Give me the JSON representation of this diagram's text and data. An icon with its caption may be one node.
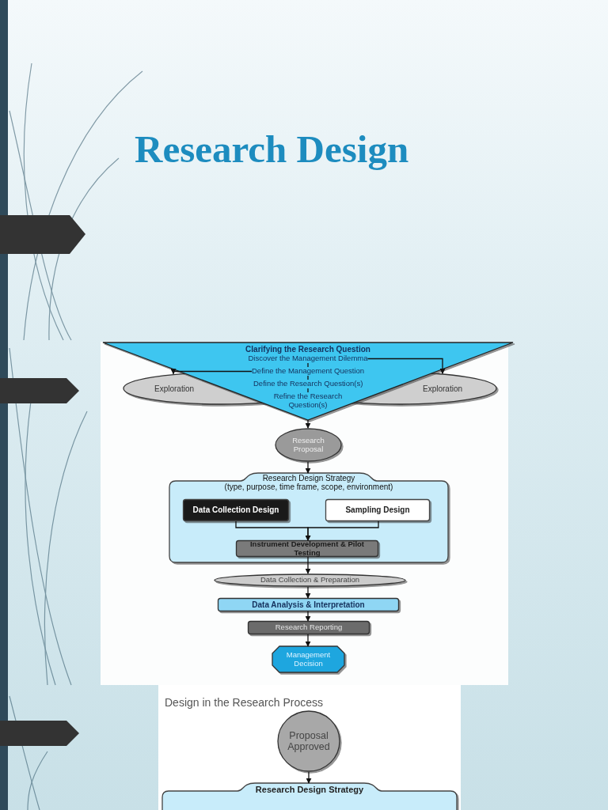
{
  "diagram": {
    "title": "Research Design",
    "nodes": [
      {
        "text": [
          "Clarifying the Research Question"
        ]
      },
      {
        "text": [
          "Discover the Management Dilemma"
        ],
        "in": 0
      },
      {
        "text": [
          "Define the Management Question"
        ],
        "in": 0
      },
      {
        "text": [
          "Define the Research Question(s)"
        ],
        "in": 0
      },
      {
        "text": [
          "Refine the Research Question(s)"
        ],
        "in": 0
      },
      {
        "text": [
          "Exploration"
        ]
      },
      {
        "text": [
          "Exploration"
        ]
      },
      {
        "text": [
          "Research Proposal"
        ]
      },
      {
        "text": [
          "Research Design Strategy",
          "(type, purpose, time frame, scope, environment)"
        ]
      },
      {
        "text": [
          "Data Collection Design"
        ],
        "in": 8
      },
      {
        "text": [
          "Sampling Design"
        ],
        "in": 8
      },
      {
        "text": [
          "Instrument Development & Pilot Testing"
        ],
        "in": 8
      },
      {
        "text": [
          "Data Collection & Preparation"
        ]
      },
      {
        "text": [
          "Data Analysis & Interpretation"
        ]
      },
      {
        "text": [
          "Research Reporting"
        ]
      },
      {
        "text": [
          "Management Decision"
        ]
      },
      {
        "text": [
          "Proposal Approved"
        ]
      },
      {
        "text": [
          "Research Design Strategy"
        ]
      }
    ],
    "edges": [
      {
        "from": 1,
        "to": 2,
        "arrow": "none"
      },
      {
        "from": 2,
        "to": 3,
        "arrow": "none"
      },
      {
        "from": 3,
        "to": 4,
        "arrow": "none"
      },
      {
        "from": 1,
        "to": 6,
        "arrow": "to"
      },
      {
        "from": 2,
        "to": 5,
        "arrow": "to"
      },
      {
        "from": 0,
        "to": 7,
        "arrow": "to"
      },
      {
        "from": 7,
        "to": 8,
        "arrow": "to"
      },
      {
        "from": 9,
        "to": 11,
        "arrow": "to"
      },
      {
        "from": 10,
        "to": 11,
        "arrow": "to"
      },
      {
        "from": 11,
        "to": 12,
        "arrow": "to"
      },
      {
        "from": 12,
        "to": 13,
        "arrow": "to"
      },
      {
        "from": 13,
        "to": 14,
        "arrow": "to"
      },
      {
        "from": 14,
        "to": 15,
        "arrow": "to"
      },
      {
        "from": 16,
        "to": 17,
        "arrow": "to"
      }
    ],
    "labels": [
      "Design in the Research Process"
    ]
  }
}
